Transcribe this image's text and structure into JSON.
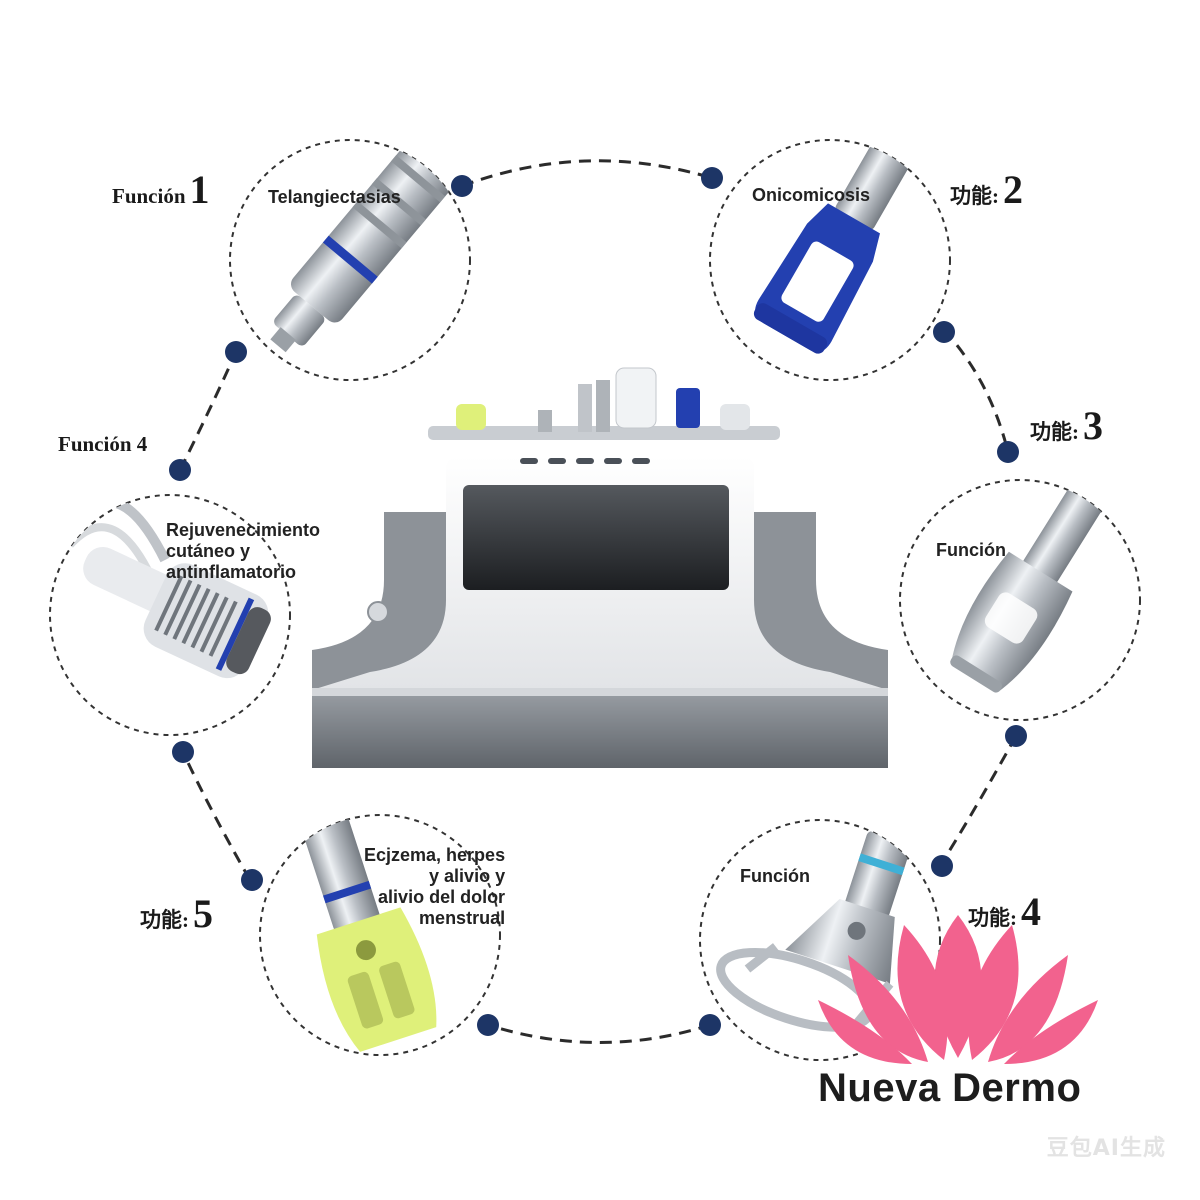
{
  "labels": {
    "f1_text": "Función",
    "f1_num": "1",
    "f2_text": "功能:",
    "f2_num": "2",
    "f3_text": "功能:",
    "f3_num": "3",
    "f4_text": "Función 4",
    "f5_text": "功能:",
    "f5_num": "5",
    "f6_text": "功能:",
    "f6_num": "4"
  },
  "heads": {
    "h1": "Telangiectasias",
    "h2": "Onicomicosis",
    "h3": "Función",
    "h4_l1": "Rejuvenecimiento",
    "h4_l2": "cutáneo y",
    "h4_l3": "antinflamatorio",
    "h5_l1": "Ecjzema, herpes",
    "h5_l2": "y alivio y",
    "h5_l3": "alivio del dolor",
    "h5_l4": "menstrual",
    "h6": "Función"
  },
  "brand": {
    "name": "Nueva Dermo",
    "lotus_color": "#f2628e"
  },
  "watermark": "豆包AI生成",
  "colors": {
    "dot": "#1d3566",
    "dash": "#2b2b2b",
    "handpiece_blue": "#2340b0",
    "handpiece_yellow": "#dff07a"
  }
}
